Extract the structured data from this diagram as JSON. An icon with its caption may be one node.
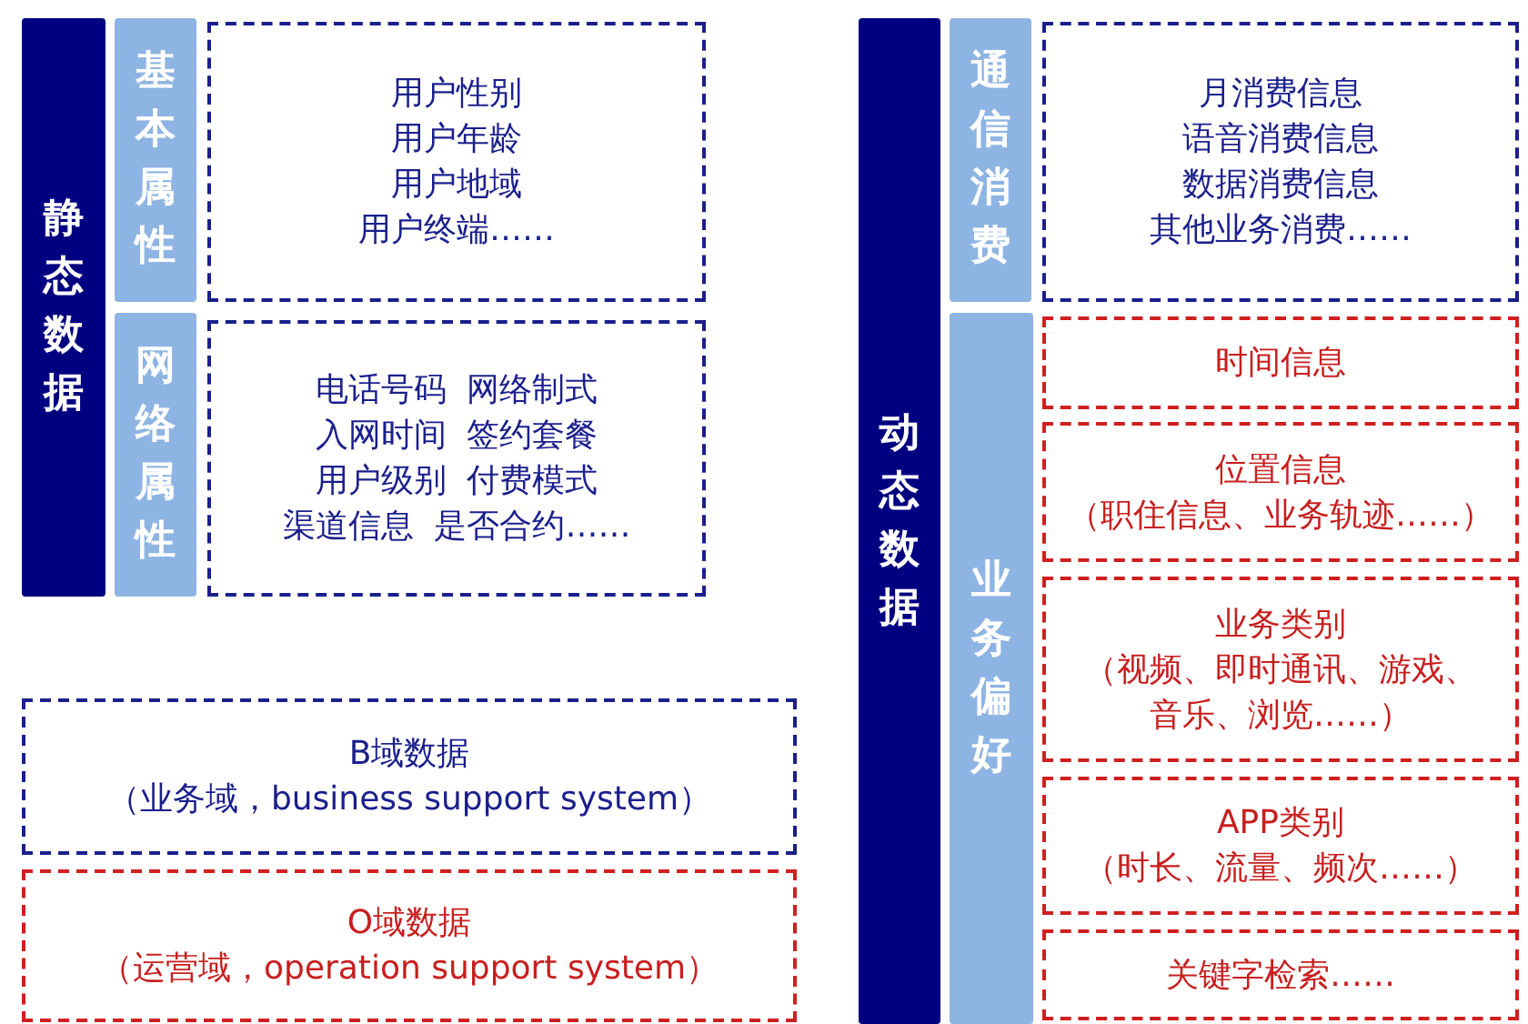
{
  "diagram": {
    "nodes": [
      {
        "text": [
          "静态数据"
        ]
      },
      {
        "text": [
          "基本属性"
        ]
      },
      {
        "text": [
          "用户性别",
          "用户年龄",
          "用户地域",
          "用户终端……"
        ]
      },
      {
        "text": [
          "网络属性"
        ]
      },
      {
        "text": [
          "电话号码  网络制式",
          "入网时间  签约套餐",
          "用户级别  付费模式",
          "渠道信息  是否合约……"
        ]
      },
      {
        "text": [
          "B域数据",
          "（业务域，business support system）"
        ]
      },
      {
        "text": [
          "O域数据",
          "（运营域，operation support system）"
        ]
      },
      {
        "text": [
          "动态数据"
        ]
      },
      {
        "text": [
          "通信消费"
        ]
      },
      {
        "text": [
          "月消费信息",
          "语音消费信息",
          "数据消费信息",
          "其他业务消费……"
        ]
      },
      {
        "text": [
          "业务偏好"
        ]
      },
      {
        "text": [
          "时间信息"
        ]
      },
      {
        "text": [
          "位置信息",
          "（职住信息、业务轨迹……）"
        ]
      },
      {
        "text": [
          "业务类别",
          "（视频、即时通讯、游戏、音乐、浏览……）"
        ]
      },
      {
        "text": [
          "APP类别",
          "（时长、流量、频次……）"
        ]
      },
      {
        "text": [
          "关键字检索……"
        ]
      }
    ]
  }
}
